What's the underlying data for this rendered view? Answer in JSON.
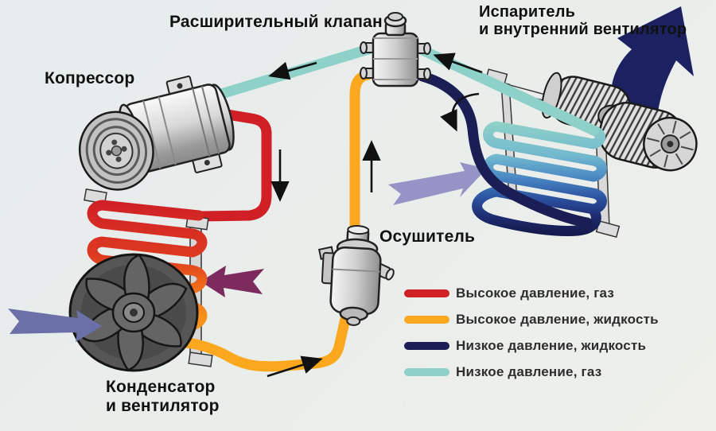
{
  "labels": {
    "expansion_valve": "Расширительный клапан",
    "evaporator": "Испаритель\nи внутренний вентилятор",
    "compressor": "Копрессор",
    "dryer": "Осушитель",
    "condenser": "Конденсатор\nи вентилятор"
  },
  "legend": {
    "items": [
      {
        "label": "Высокое давление, газ",
        "color": "#d02026"
      },
      {
        "label": "Высокое давление, жидкость",
        "color": "#fba81f"
      },
      {
        "label": "Низкое давление, жидкость",
        "color": "#1b1d55"
      },
      {
        "label": "Низкое давление, газ",
        "color": "#8ed1c8"
      }
    ]
  },
  "colors": {
    "background": "#e9edec",
    "high_pressure_gas": "#d02026",
    "high_pressure_liquid": "#fba81f",
    "low_pressure_liquid": "#1b1d55",
    "low_pressure_gas": "#8ed1c8",
    "air_out_arrow": "#1b2161",
    "warm_air_arrow": "#7d2a5e",
    "cool_air_arrow": "#9694c6",
    "fan_air_arrow": "#6b70a8"
  }
}
